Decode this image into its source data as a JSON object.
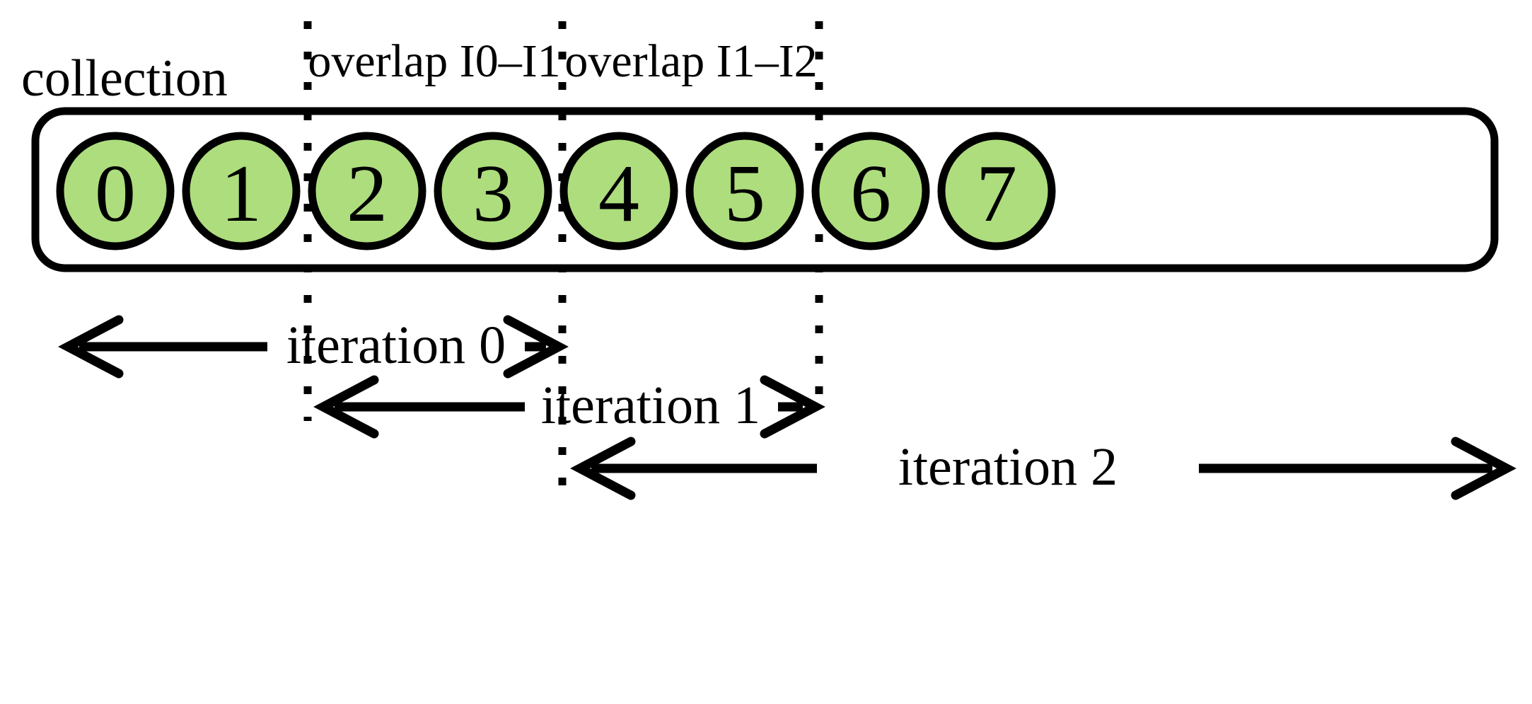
{
  "figure": {
    "title": "collection",
    "background_color": "#ffffff",
    "stroke_color": "#000000",
    "node_fill_color": "#aedd7d"
  },
  "collection": {
    "label": "collection",
    "nodes": [
      {
        "label": "0"
      },
      {
        "label": "1"
      },
      {
        "label": "2"
      },
      {
        "label": "3"
      },
      {
        "label": "4"
      },
      {
        "label": "5"
      },
      {
        "label": "6"
      },
      {
        "label": "7"
      }
    ]
  },
  "overlaps": [
    {
      "label": "overlap I0–I1"
    },
    {
      "label": "overlap I1–I2"
    }
  ],
  "iterations": [
    {
      "label": "iteration 0"
    },
    {
      "label": "iteration 1"
    },
    {
      "label": "iteration 2"
    }
  ]
}
